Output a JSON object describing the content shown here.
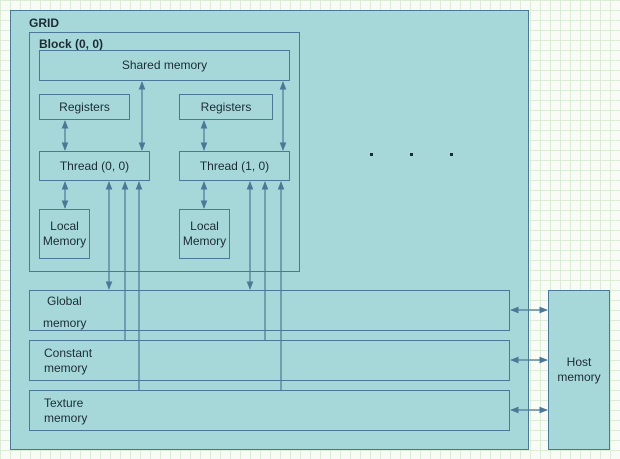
{
  "grid": {
    "label": "GRID"
  },
  "block": {
    "label": "Block (0, 0)",
    "shared_memory": "Shared memory"
  },
  "threads": [
    {
      "registers": "Registers",
      "thread": "Thread (0, 0)",
      "local_memory": "Local\nMemory"
    },
    {
      "registers": "Registers",
      "thread": "Thread (1, 0)",
      "local_memory": "Local\nMemory"
    }
  ],
  "ellipsis": ". . .",
  "memories": {
    "global": {
      "line1": "Global",
      "line2": "memory"
    },
    "constant": {
      "label": "Constant\nmemory"
    },
    "texture": {
      "label": "Texture\nmemory"
    }
  },
  "host": {
    "label": "Host\nmemory"
  },
  "colors": {
    "fill": "#a6d8da",
    "stroke": "#4a7896",
    "text": "#1b2b33"
  }
}
